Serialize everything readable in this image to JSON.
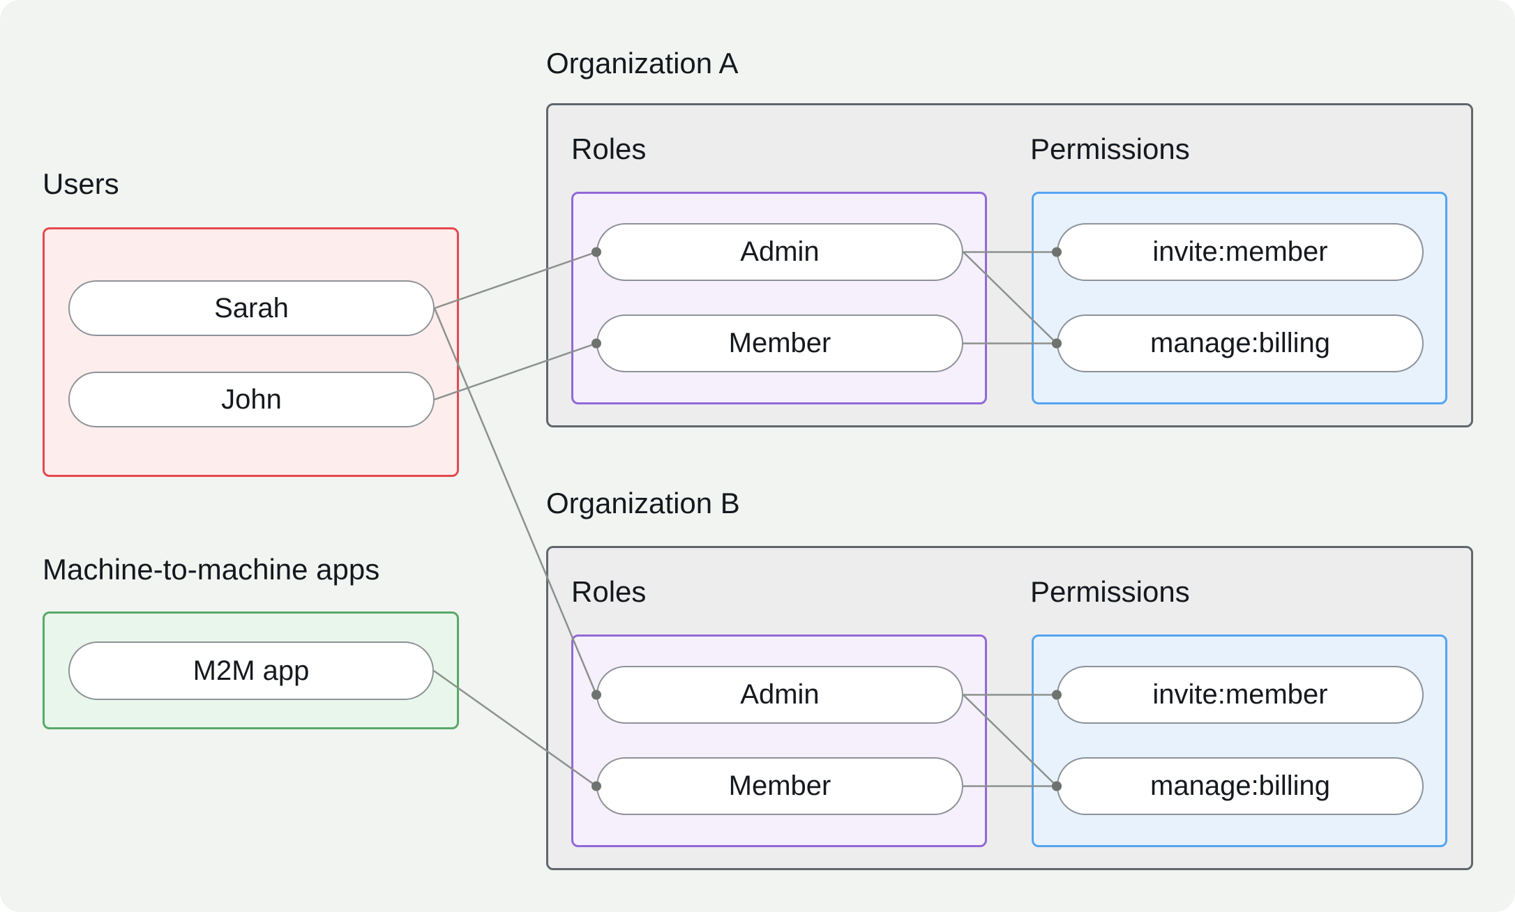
{
  "users": {
    "label": "Users",
    "items": [
      {
        "label": "Sarah"
      },
      {
        "label": "John"
      }
    ]
  },
  "m2m_apps": {
    "label": "Machine-to-machine apps",
    "items": [
      {
        "label": "M2M app"
      }
    ]
  },
  "orgs": [
    {
      "title": "Organization A",
      "roles_label": "Roles",
      "permissions_label": "Permissions",
      "roles": [
        {
          "label": "Admin"
        },
        {
          "label": "Member"
        }
      ],
      "permissions": [
        {
          "label": "invite:member"
        },
        {
          "label": "manage:billing"
        }
      ]
    },
    {
      "title": "Organization B",
      "roles_label": "Roles",
      "permissions_label": "Permissions",
      "roles": [
        {
          "label": "Admin"
        },
        {
          "label": "Member"
        }
      ],
      "permissions": [
        {
          "label": "invite:member"
        },
        {
          "label": "manage:billing"
        }
      ]
    }
  ],
  "connections": [
    {
      "from": "users-pill-sarah",
      "to": "orgA-role-pill-admin"
    },
    {
      "from": "users-pill-john",
      "to": "orgA-role-pill-member"
    },
    {
      "from": "users-pill-sarah",
      "to": "orgB-role-pill-admin"
    },
    {
      "from": "m2m-pill-app",
      "to": "orgB-role-pill-member"
    },
    {
      "from": "orgA-role-pill-admin",
      "to": "orgA-perm-pill-invite-member"
    },
    {
      "from": "orgA-role-pill-admin",
      "to": "orgA-perm-pill-manage-billing"
    },
    {
      "from": "orgA-role-pill-member",
      "to": "orgA-perm-pill-manage-billing"
    },
    {
      "from": "orgB-role-pill-admin",
      "to": "orgB-perm-pill-invite-member"
    },
    {
      "from": "orgB-role-pill-admin",
      "to": "orgB-perm-pill-manage-billing"
    },
    {
      "from": "orgB-role-pill-member",
      "to": "orgB-perm-pill-manage-billing"
    }
  ],
  "colors": {
    "canvas_bg": "#f1f4f1",
    "users_border": "#e5484d",
    "users_bg": "#fdedec",
    "m2m_border": "#58a968",
    "m2m_bg": "#e9f6ec",
    "org_border": "#60666c",
    "org_bg": "#ededed",
    "roles_border": "#9268d8",
    "roles_bg": "#f6f0fd",
    "perms_border": "#54a4f0",
    "perms_bg": "#e7f2fd",
    "pill_border": "#8d9298",
    "pill_bg": "#ffffff",
    "wire": "#8c918e",
    "dot": "#6e736f",
    "text": "#15191e"
  }
}
